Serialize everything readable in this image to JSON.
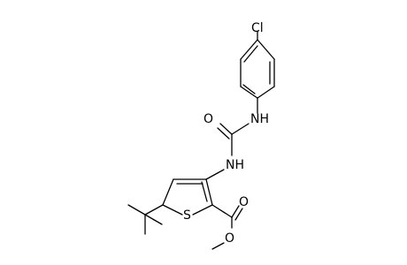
{
  "molecule": {
    "atom_labels": {
      "chlorine": "Cl",
      "amide_nh_top": "NH",
      "carbonyl_o_urea": "O",
      "amide_nh_ring": "NH",
      "thiophene_s": "S",
      "ester_carbonyl_o": "O",
      "ester_ether_o": "O"
    }
  }
}
